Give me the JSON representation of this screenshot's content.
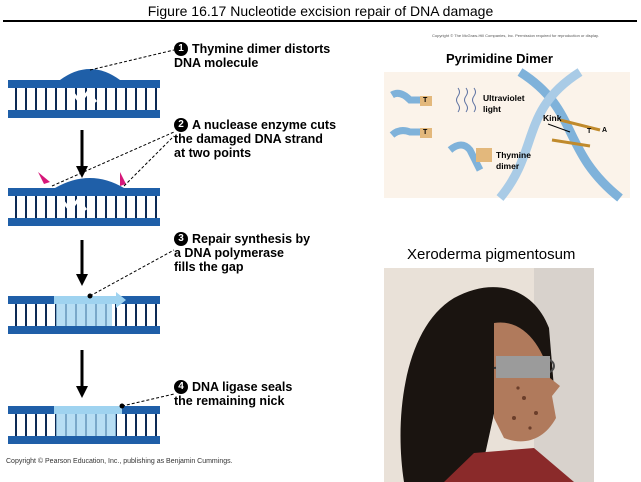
{
  "figure_title": "Figure 16.17  Nucleotide excision repair of DNA damage",
  "steps": [
    {
      "num": "1",
      "lines": [
        "Thymine dimer distorts",
        "DNA molecule"
      ]
    },
    {
      "num": "2",
      "lines": [
        "A nuclease enzyme cuts",
        "the damaged DNA strand",
        "at two points"
      ]
    },
    {
      "num": "3",
      "lines": [
        "Repair synthesis by",
        "a DNA polymerase",
        "fills the gap"
      ]
    },
    {
      "num": "4",
      "lines": [
        "DNA ligase seals",
        "the remaining nick"
      ]
    }
  ],
  "copyright": "Copyright © Pearson Education, Inc., publishing as Benjamin Cummings.",
  "dimer_panel": {
    "credit": "Copyright © The McGraw-Hill Companies, Inc. Permission required for reproduction or display.",
    "title": "Pyrimidine Dimer",
    "uv_label_1": "Ultraviolet",
    "uv_label_2": "light",
    "kink_label": "Kink",
    "dimer_label_1": "Thymine",
    "dimer_label_2": "dimer",
    "base_t": "T",
    "base_a": "A"
  },
  "photo_caption": "Xeroderma pigmentosum",
  "colors": {
    "dna_dark": "#1f5fa8",
    "dna_light": "#9fd3f0",
    "cut_arrow": "#d6187a",
    "panel_bg": "#fbf3ea",
    "helix": "#7fb2da"
  }
}
